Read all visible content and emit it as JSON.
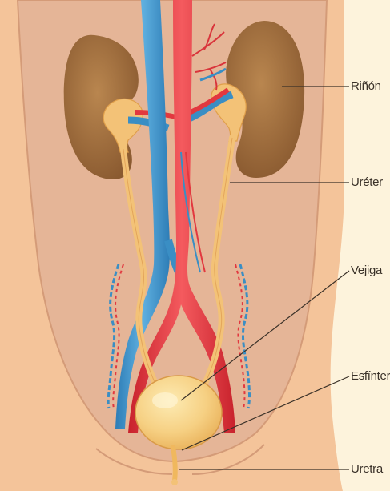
{
  "labels": {
    "kidney": "Riñón",
    "ureter": "Uréter",
    "bladder": "Vejiga",
    "sphincter": "Esfínter",
    "urethra": "Uretra"
  },
  "colors": {
    "background": "#fdf3dc",
    "skin": "#f4c49a",
    "skin_inner": "#e7b897",
    "kidney": "#a5703f",
    "ureter": "#f3c277",
    "bladder": "#f6d489",
    "artery": "#e2383f",
    "vein": "#3a8ec4"
  }
}
